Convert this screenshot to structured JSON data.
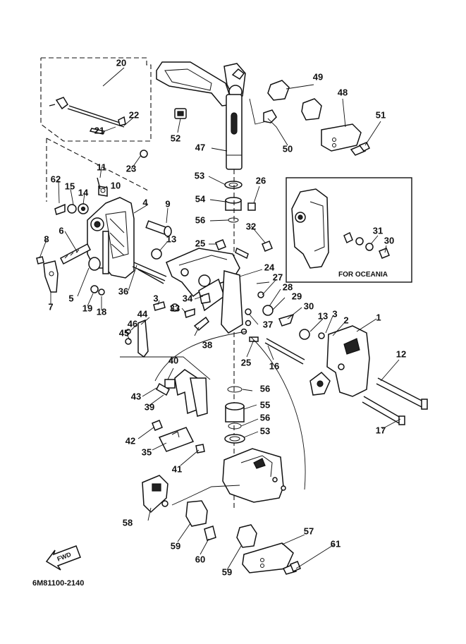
{
  "diagram_code": "6M81100-2140",
  "inset_caption": "FOR OCEANIA",
  "fwd_label": "FWD",
  "callouts": {
    "c1": "1",
    "c2": "2",
    "c3a": "3",
    "c3b": "3",
    "c4": "4",
    "c5": "5",
    "c6": "6",
    "c7": "7",
    "c8": "8",
    "c9": "9",
    "c10": "10",
    "c11": "11",
    "c12": "12",
    "c13a": "13",
    "c13b": "13",
    "c14": "14",
    "c15": "15",
    "c16": "16",
    "c17": "17",
    "c18": "18",
    "c19": "19",
    "c20": "20",
    "c21": "21",
    "c22": "22",
    "c23": "23",
    "c24": "24",
    "c25a": "25",
    "c25b": "25",
    "c26": "26",
    "c27": "27",
    "c28": "28",
    "c29": "29",
    "c30a": "30",
    "c30b": "30",
    "c31": "31",
    "c32": "32",
    "c33": "33",
    "c34": "34",
    "c35": "35",
    "c36": "36",
    "c37": "37",
    "c38": "38",
    "c39": "39",
    "c40": "40",
    "c41": "41",
    "c42": "42",
    "c43": "43",
    "c44": "44",
    "c45": "45",
    "c46": "46",
    "c47": "47",
    "c48": "48",
    "c49": "49",
    "c50": "50",
    "c51": "51",
    "c52": "52",
    "c53a": "53",
    "c53b": "53",
    "c54": "54",
    "c55": "55",
    "c56a": "56",
    "c56b": "56",
    "c56c": "56",
    "c57": "57",
    "c58": "58",
    "c59a": "59",
    "c59b": "59",
    "c60": "60",
    "c61": "61",
    "c62": "62"
  }
}
